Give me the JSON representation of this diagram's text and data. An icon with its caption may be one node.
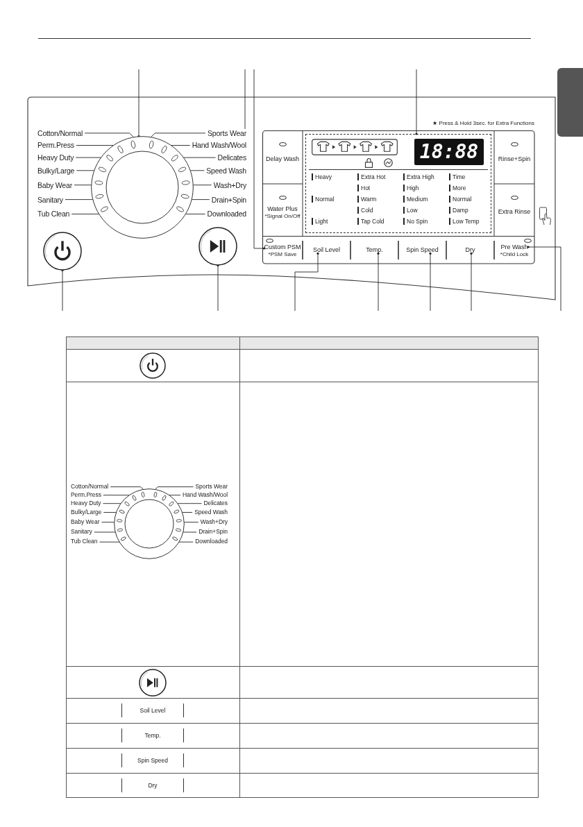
{
  "diagram": {
    "nodes": [
      {
        "text": [
          "Cotton/Normal"
        ]
      },
      {
        "text": [
          "Perm.Press"
        ]
      },
      {
        "text": [
          "Heavy Duty"
        ]
      },
      {
        "text": [
          "Bulky/Large"
        ]
      },
      {
        "text": [
          "Baby Wear"
        ]
      },
      {
        "text": [
          "Sanitary"
        ]
      },
      {
        "text": [
          "Tub Clean"
        ]
      },
      {
        "text": [
          "Sports Wear"
        ]
      },
      {
        "text": [
          "Hand Wash/Wool"
        ]
      },
      {
        "text": [
          "Delicates"
        ]
      },
      {
        "text": [
          "Speed Wash"
        ]
      },
      {
        "text": [
          "Wash+Dry"
        ]
      },
      {
        "text": [
          "Drain+Spin"
        ]
      },
      {
        "text": [
          "Downloaded"
        ]
      },
      {
        "text": [],
        "shape": "circle"
      },
      {
        "text": [],
        "shape": "circle"
      },
      {
        "text": [],
        "shape": "circle"
      },
      {
        "text": [],
        "shape": "box"
      },
      {
        "text": [
          "Delay Wash"
        ]
      },
      {
        "text": [
          "Water Plus",
          "*Signal On/Off"
        ]
      },
      {
        "text": [
          "Custom PSM",
          "*PSM Save"
        ]
      },
      {
        "text": [
          "Soil Level"
        ]
      },
      {
        "text": [
          "Temp."
        ]
      },
      {
        "text": [
          "Spin Speed"
        ]
      },
      {
        "text": [
          "Dry"
        ]
      },
      {
        "text": [
          "Pre Wash",
          "*Child Lock"
        ]
      },
      {
        "text": [
          "Rinse+Spin"
        ]
      },
      {
        "text": [
          "Extra Rinse"
        ]
      },
      {
        "text": [
          "Cotton/Normal"
        ]
      },
      {
        "text": [
          "Perm.Press"
        ]
      },
      {
        "text": [
          "Heavy Duty"
        ]
      },
      {
        "text": [
          "Bulky/Large"
        ]
      },
      {
        "text": [
          "Baby Wear"
        ]
      },
      {
        "text": [
          "Sanitary"
        ]
      },
      {
        "text": [
          "Tub Clean"
        ]
      },
      {
        "text": [
          "Sports Wear"
        ]
      },
      {
        "text": [
          "Hand Wash/Wool"
        ]
      },
      {
        "text": [
          "Delicates"
        ]
      },
      {
        "text": [
          "Speed Wash"
        ]
      },
      {
        "text": [
          "Wash+Dry"
        ]
      },
      {
        "text": [
          "Drain+Spin"
        ]
      },
      {
        "text": [
          "Downloaded"
        ]
      },
      {
        "text": [],
        "shape": "circle"
      },
      {
        "text": [],
        "shape": "box"
      }
    ],
    "edges": [
      {
        "from": null,
        "to": 14,
        "arrow": "other"
      },
      {
        "from": null,
        "to": 7,
        "arrow": "none"
      },
      {
        "from": null,
        "to": 20,
        "arrow": "other"
      },
      {
        "from": null,
        "to": 17,
        "arrow": "other"
      },
      {
        "from": null,
        "to": 15,
        "arrow": "other"
      },
      {
        "from": null,
        "to": 16,
        "arrow": "other"
      },
      {
        "from": null,
        "to": 21,
        "arrow": "other"
      },
      {
        "from": null,
        "to": 22,
        "arrow": "other"
      },
      {
        "from": null,
        "to": 23,
        "arrow": "other"
      },
      {
        "from": null,
        "to": 24,
        "arrow": "other"
      },
      {
        "from": null,
        "to": 25,
        "arrow": "other"
      },
      {
        "from": 0,
        "to": 14,
        "arrow": "none"
      },
      {
        "from": 1,
        "to": 14,
        "arrow": "none"
      },
      {
        "from": 2,
        "to": 14,
        "arrow": "none"
      },
      {
        "from": 3,
        "to": 14,
        "arrow": "none"
      },
      {
        "from": 4,
        "to": 14,
        "arrow": "none"
      },
      {
        "from": 5,
        "to": 14,
        "arrow": "none"
      },
      {
        "from": 6,
        "to": 14,
        "arrow": "none"
      },
      {
        "from": 7,
        "to": 14,
        "arrow": "none"
      },
      {
        "from": 8,
        "to": 14,
        "arrow": "none"
      },
      {
        "from": 9,
        "to": 14,
        "arrow": "none"
      },
      {
        "from": 10,
        "to": 14,
        "arrow": "none"
      },
      {
        "from": 11,
        "to": 14,
        "arrow": "none"
      },
      {
        "from": 12,
        "to": 14,
        "arrow": "none"
      },
      {
        "from": 13,
        "to": 14,
        "arrow": "none"
      },
      {
        "from": 28,
        "to": 42,
        "arrow": "none"
      },
      {
        "from": 29,
        "to": 42,
        "arrow": "none"
      },
      {
        "from": 30,
        "to": 42,
        "arrow": "none"
      },
      {
        "from": 31,
        "to": 42,
        "arrow": "none"
      },
      {
        "from": 32,
        "to": 42,
        "arrow": "none"
      },
      {
        "from": 33,
        "to": 42,
        "arrow": "none"
      },
      {
        "from": 34,
        "to": 42,
        "arrow": "none"
      },
      {
        "from": 35,
        "to": 42,
        "arrow": "none"
      },
      {
        "from": 36,
        "to": 42,
        "arrow": "none"
      },
      {
        "from": 37,
        "to": 42,
        "arrow": "none"
      },
      {
        "from": 38,
        "to": 42,
        "arrow": "none"
      },
      {
        "from": 39,
        "to": 42,
        "arrow": "none"
      },
      {
        "from": 40,
        "to": 42,
        "arrow": "none"
      },
      {
        "from": 41,
        "to": 42,
        "arrow": "none"
      }
    ],
    "labels": [
      "★ Press & Hold 3sec. for Extra Functions",
      "18:88",
      "Heavy",
      "Extra Hot",
      "Extra High",
      "Time",
      "Hot",
      "High",
      "More",
      "Normal",
      "Warm",
      "Medium",
      "Normal",
      "Cold",
      "Low",
      "Damp",
      "Light",
      "Tap Cold",
      "No Spin",
      "Low Temp",
      "Soil Level",
      "Temp.",
      "Spin Speed",
      "Dry"
    ]
  }
}
